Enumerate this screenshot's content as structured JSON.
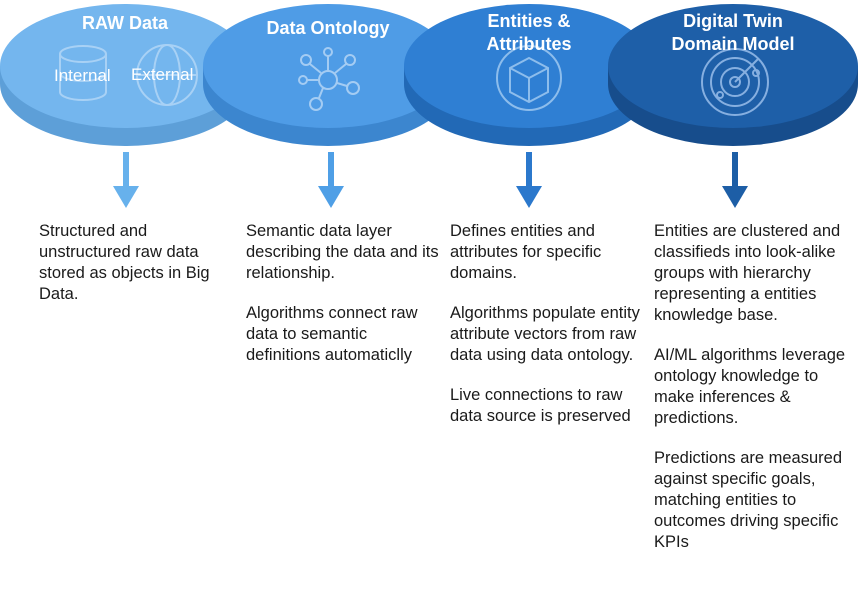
{
  "stages": [
    {
      "title": "RAW Data",
      "icon_labels": {
        "left": "Internal",
        "right": "External"
      },
      "icons": [
        "database-icon",
        "globe-icon"
      ],
      "top_color": "#74b6ee",
      "side_color": "#5d9fd8",
      "arrow_color": "#67b1ec",
      "paragraphs": [
        "Structured and unstructured raw data stored as objects in Big Data."
      ]
    },
    {
      "title": "Data Ontology",
      "icons": [
        "network-graph-icon"
      ],
      "top_color": "#4f9ce6",
      "side_color": "#3c86cf",
      "arrow_color": "#4f9fe6",
      "paragraphs": [
        "Semantic data layer describing the data and its relationship.",
        "Algorithms connect raw data to semantic definitions automaticlly"
      ]
    },
    {
      "title": "Entities & Attributes",
      "icons": [
        "cube-icon"
      ],
      "top_color": "#2f7fd3",
      "side_color": "#2269b6",
      "arrow_color": "#2b78cc",
      "paragraphs": [
        "Defines entities and attributes for specific domains.",
        "Algorithms populate entity attribute vectors from raw data using data ontology.",
        "Live connections to raw data source is preserved"
      ]
    },
    {
      "title": "Digital Twin Domain Model",
      "icons": [
        "radar-target-icon"
      ],
      "top_color": "#1e5fa8",
      "side_color": "#174d8c",
      "arrow_color": "#1d5ea6",
      "paragraphs": [
        "Entities are clustered and classifieds into look-alike groups with hierarchy representing a entities knowledge base.",
        "AI/ML algorithms leverage ontology knowledge to make inferences & predictions.",
        "Predictions are measured against specific goals, matching entities to outcomes driving specific KPIs"
      ]
    }
  ]
}
